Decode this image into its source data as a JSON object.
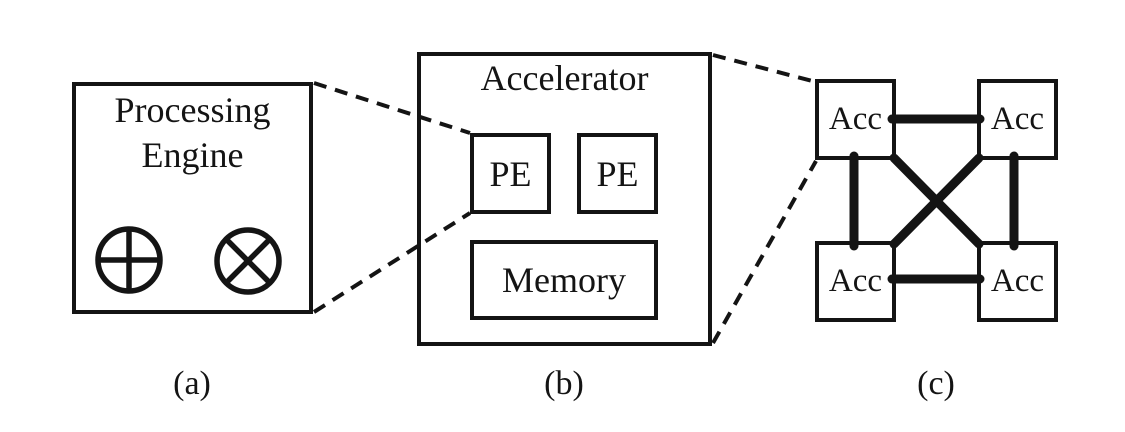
{
  "figure": {
    "background": "#ffffff",
    "ink": "#141414",
    "panel_a": {
      "label": "(a)",
      "title": "Processing Engine",
      "symbols": [
        "circle-plus",
        "circle-times"
      ]
    },
    "panel_b": {
      "label": "(b)",
      "title": "Accelerator",
      "pe_boxes": [
        "PE",
        "PE"
      ],
      "memory": "Memory"
    },
    "panel_c": {
      "label": "(c)",
      "nodes": [
        "Acc",
        "Acc",
        "Acc",
        "Acc"
      ]
    }
  }
}
